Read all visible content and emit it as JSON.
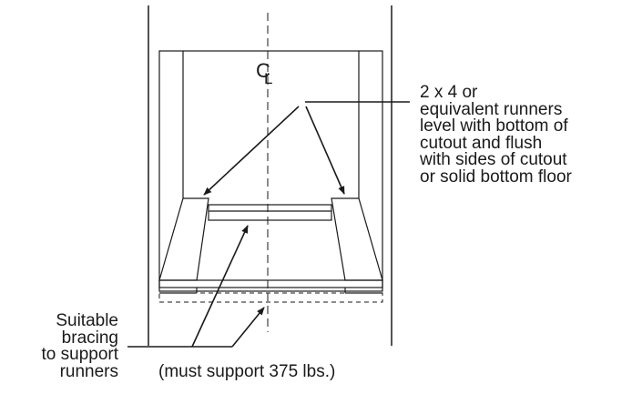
{
  "centerline": {
    "c": "C",
    "l": "L"
  },
  "callouts": {
    "runners": [
      "2 x 4 or",
      "equivalent runners",
      "level with bottom of",
      "cutout and flush",
      "with sides of cutout",
      "or solid bottom floor"
    ],
    "bracing": [
      "Suitable",
      "bracing",
      "to support",
      "runners"
    ],
    "support": "(must support 375 lbs.)"
  },
  "colors": {
    "line": "#1a1a1a",
    "background": "#ffffff"
  }
}
